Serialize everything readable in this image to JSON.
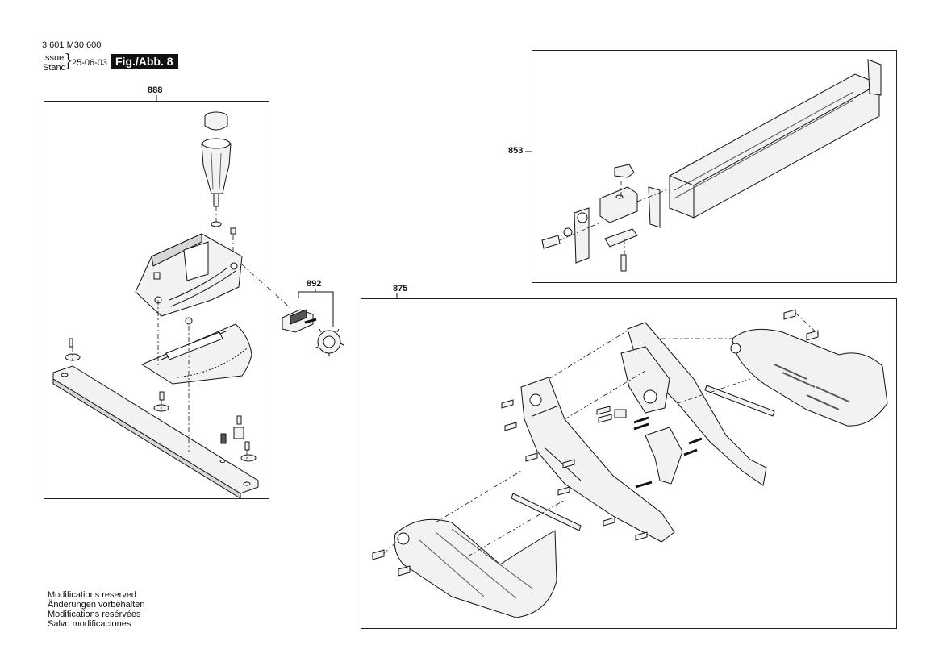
{
  "header": {
    "doc_number": "3 601 M30 600",
    "issue_label_en": "Issue",
    "issue_label_de": "Stand",
    "issue_date": "25-06-03",
    "figure_label": "Fig./Abb. 8"
  },
  "assemblies": {
    "a888": "888",
    "a892": "892",
    "a853": "853",
    "a875": "875"
  },
  "footer": {
    "line_en": "Modifications reserved",
    "line_de": "Änderungen vorbehalten",
    "line_fr": "Modifications resérvées",
    "line_es": "Salvo modificaciones"
  },
  "colors": {
    "ink": "#111111",
    "part_fill": "#f2f2f2",
    "part_shade": "#9a9a9a"
  }
}
